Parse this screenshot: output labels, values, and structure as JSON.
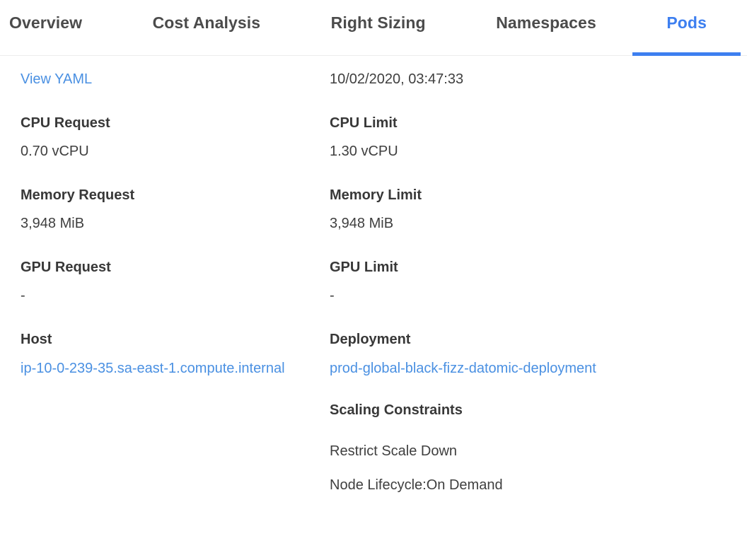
{
  "colors": {
    "accent_blue": "#3d7ff0",
    "link_blue": "#4a90e2",
    "label_text": "#383838",
    "value_text": "#3f3f3f",
    "tab_text": "#4b4b4b",
    "divider": "#ececec"
  },
  "tabs": {
    "items": [
      {
        "label": "Overview",
        "active": false
      },
      {
        "label": "Cost Analysis",
        "active": false
      },
      {
        "label": "Right Sizing",
        "active": false
      },
      {
        "label": "Namespaces",
        "active": false
      },
      {
        "label": "Pods",
        "active": true
      }
    ]
  },
  "pod_details": {
    "view_yaml_link": "View YAML",
    "timestamp": "10/02/2020, 03:47:33",
    "left_fields": [
      {
        "label": "CPU Request",
        "value": "0.70 vCPU"
      },
      {
        "label": "Memory Request",
        "value": "3,948 MiB"
      },
      {
        "label": "GPU Request",
        "value": "-"
      },
      {
        "label": "Host",
        "value": "ip-10-0-239-35.sa-east-1.compute.internal",
        "is_link": true
      }
    ],
    "right_fields": [
      {
        "label": "CPU Limit",
        "value": "1.30 vCPU"
      },
      {
        "label": "Memory Limit",
        "value": "3,948 MiB"
      },
      {
        "label": "GPU Limit",
        "value": "-"
      },
      {
        "label": "Deployment",
        "value": "prod-global-black-fizz-datomic-deployment",
        "is_link": true
      }
    ],
    "scaling_constraints": {
      "title": "Scaling Constraints",
      "items": [
        "Restrict Scale Down",
        "Node Lifecycle:On Demand"
      ]
    }
  }
}
